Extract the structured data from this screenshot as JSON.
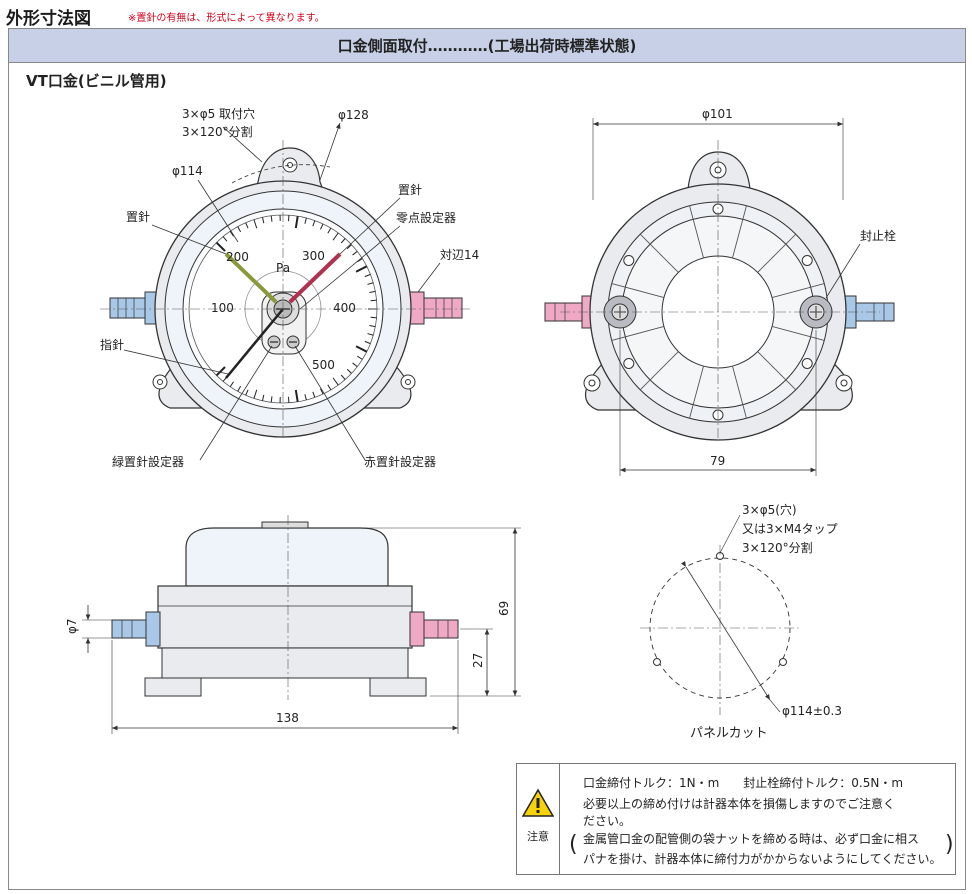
{
  "header": {
    "title": "外形寸法図",
    "note": "※置針の有無は、形式によって異なります。",
    "band": "口金側面取付…………(工場出荷時標準状態)",
    "subtitle": "VT口金(ビニル管用)"
  },
  "front_view": {
    "mount_holes_1": "3×φ5 取付穴",
    "mount_holes_2": "3×120°分割",
    "dia_128": "φ128",
    "dia_114": "φ114",
    "set_pointer_right": "置針",
    "zero_adjuster": "零点設定器",
    "set_pointer_left": "置針",
    "across_flats": "対辺14",
    "pointer": "指針",
    "green_setter": "緑置針設定器",
    "red_setter": "赤置針設定器",
    "unit": "Pa",
    "scale": [
      "100",
      "200",
      "300",
      "400",
      "500"
    ]
  },
  "rear_view": {
    "dia_101": "φ101",
    "sealing_plug": "封止栓",
    "width_79": "79"
  },
  "side_view": {
    "dia_7": "φ7",
    "height_69": "69",
    "height_27": "27",
    "width_138": "138"
  },
  "panel_cut": {
    "holes_1": "3×φ5(穴)",
    "holes_2": "又は3×M4タップ",
    "holes_3": "3×120°分割",
    "dia": "φ114±0.3",
    "label": "パネルカット"
  },
  "caution": {
    "label": "注意",
    "line1": "口金締付トルク：1N・m　　封止栓締付トルク：0.5N・m",
    "line2": "必要以上の締め付けは計器本体を損傷しますのでご注意く",
    "line3": "ださい。",
    "line4": "金属管口金の配管側の袋ナットを締める時は、必ず口金に相ス",
    "line5": "パナを掛け、計器本体に締付力がかからないようにしてください。"
  },
  "colors": {
    "band": "#c7d0e6",
    "note_red": "#d6001c",
    "fitting_blue": "#a9c8e8",
    "fitting_pink": "#f0a9c4",
    "body_gray": "#e9ebee",
    "cover_blue": "#eef4fa",
    "pointer_green": "#8a9a3a",
    "pointer_red": "#b03050",
    "warning_yellow": "#f5d20a"
  }
}
